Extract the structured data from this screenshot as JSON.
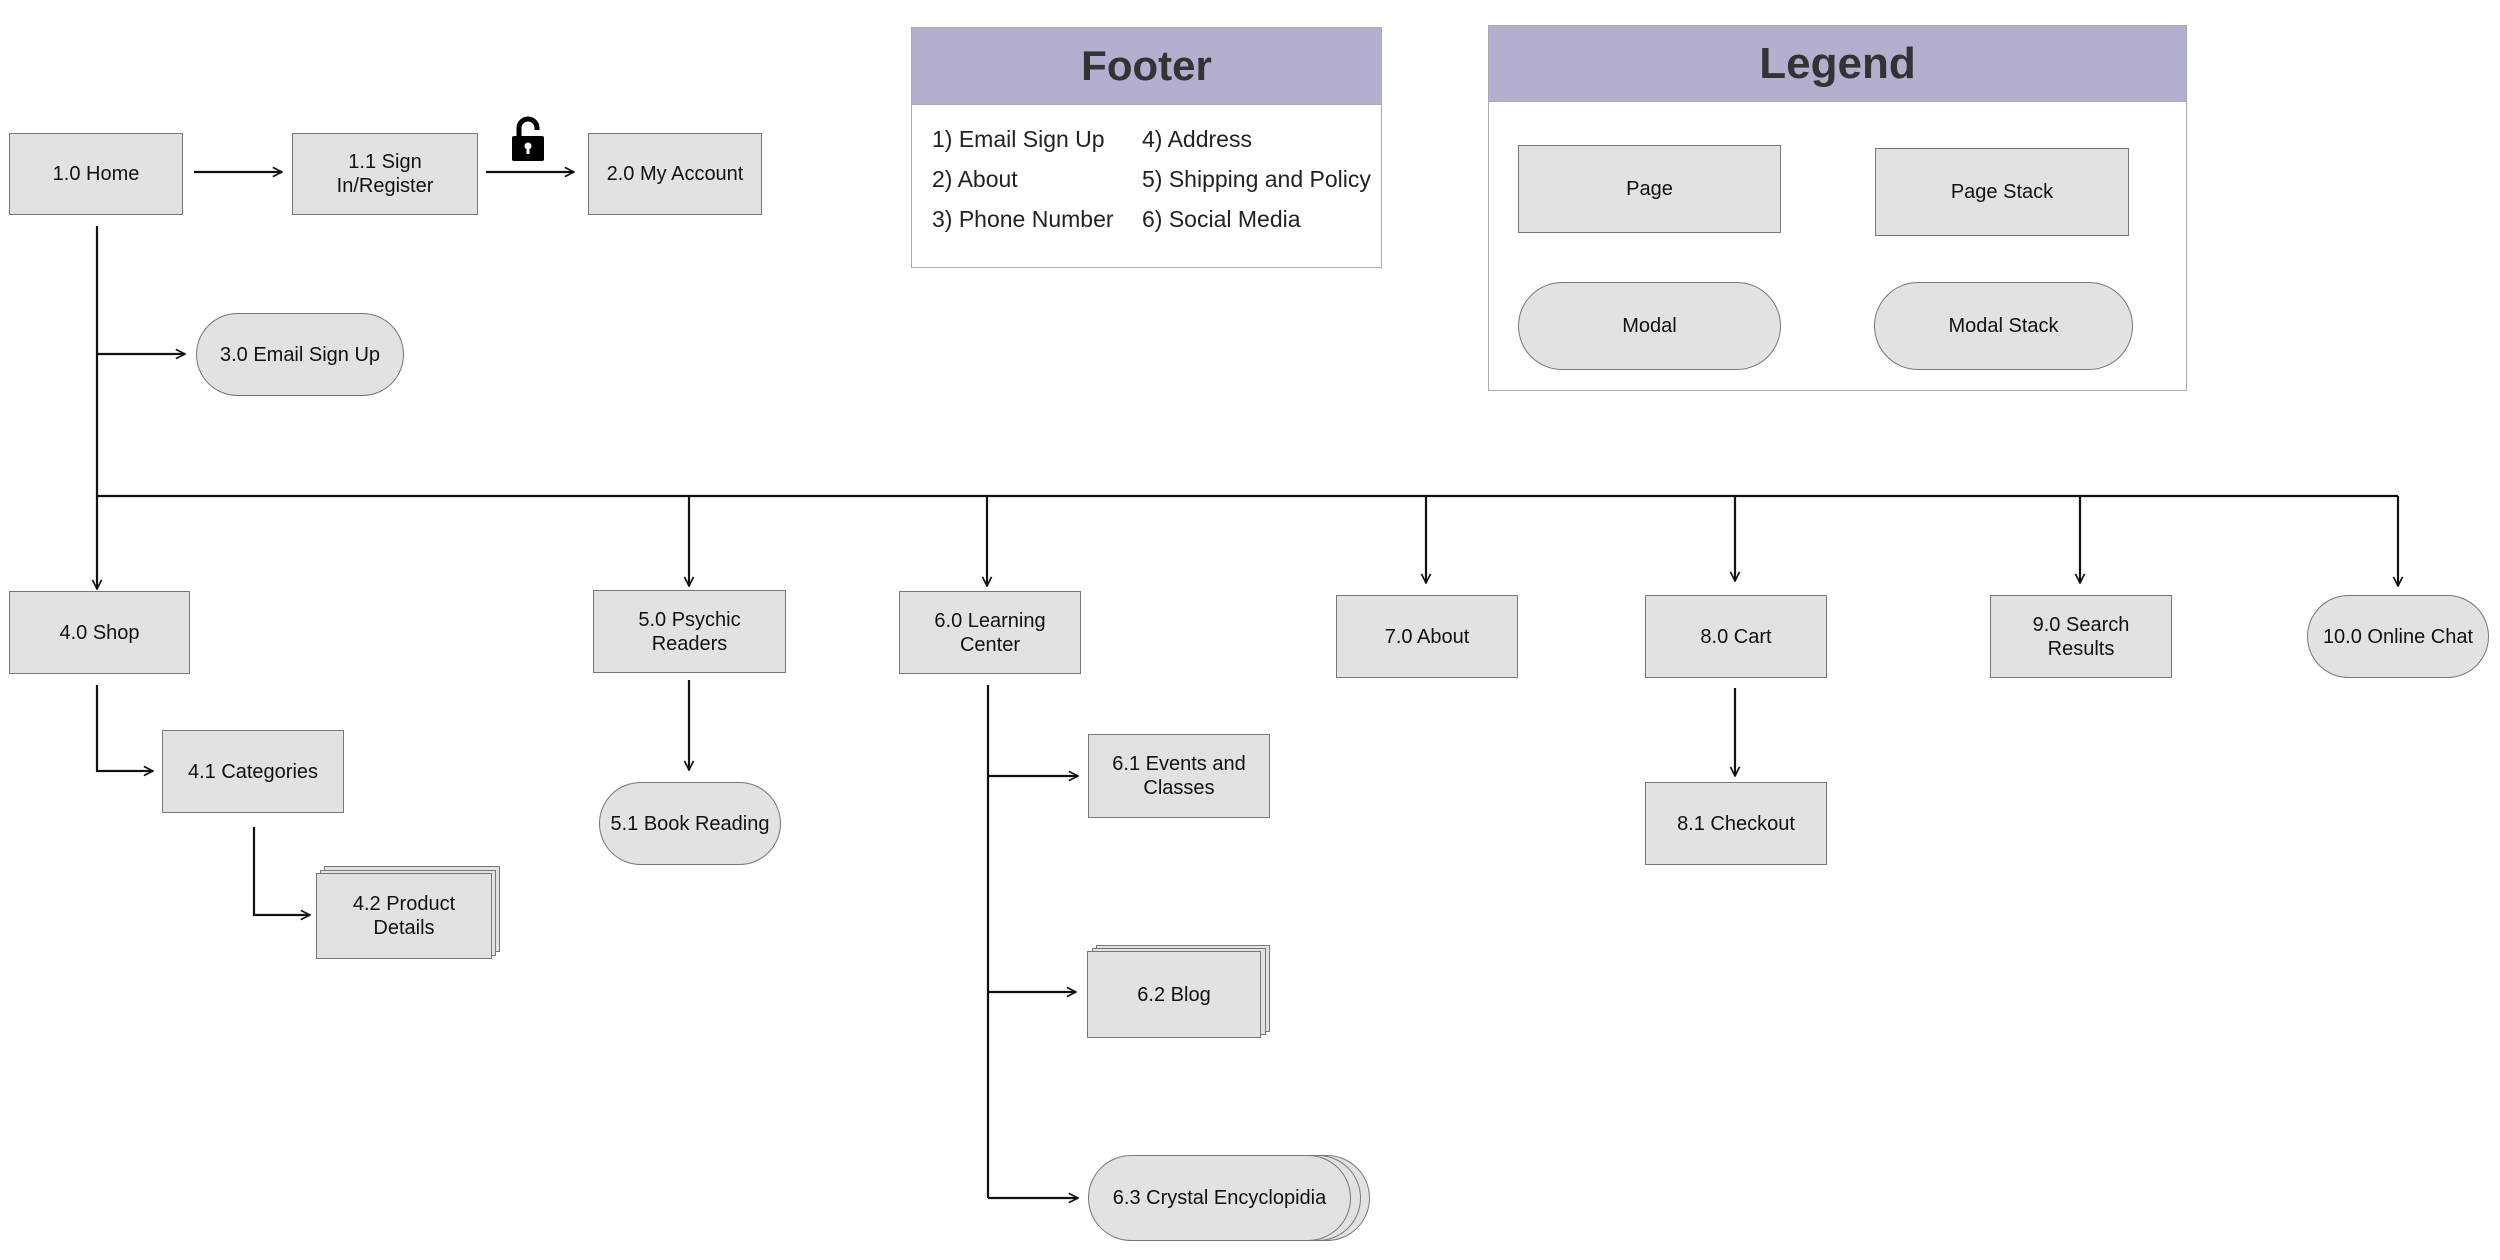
{
  "nodes": {
    "home": "1.0 Home",
    "signin": "1.1 Sign In/Register",
    "account": "2.0 My Account",
    "email": "3.0 Email Sign Up",
    "shop": "4.0 Shop",
    "categories": "4.1 Categories",
    "product": "4.2 Product Details",
    "readers": "5.0 Psychic Readers",
    "book": "5.1 Book Reading",
    "learning": "6.0 Learning Center",
    "events": "6.1 Events and Classes",
    "blog": "6.2 Blog",
    "crystal": "6.3 Crystal Encyclopidia",
    "about": "7.0 About",
    "cart": "8.0 Cart",
    "checkout": "8.1 Checkout",
    "search": "9.0 Search Results",
    "chat": "10.0 Online Chat"
  },
  "footer": {
    "title": "Footer",
    "items": [
      "1) Email Sign Up",
      "4) Address",
      "2) About",
      "5) Shipping and Policy",
      "3) Phone Number",
      "6) Social Media"
    ]
  },
  "legend": {
    "title": "Legend",
    "page": "Page",
    "page_stack": "Page Stack",
    "modal": "Modal",
    "modal_stack": "Modal Stack"
  },
  "icons": {
    "lock": "lock-icon"
  },
  "colors": {
    "header_fill": "#b1b0cf",
    "node_fill": "#e2e2e2",
    "line": "#111111"
  }
}
